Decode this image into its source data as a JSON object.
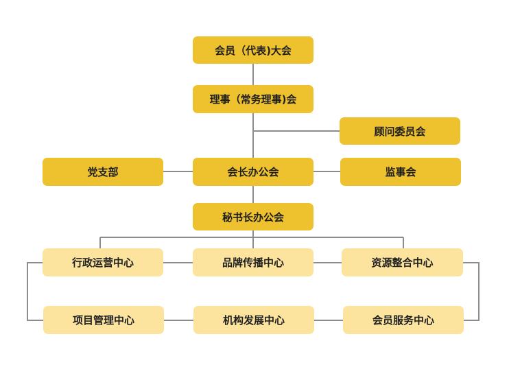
{
  "org": {
    "general_assembly": "会员（代表)大会",
    "council": "理事（常务理事)会",
    "advisory_committee": "顾问委员会",
    "party_branch": "党支部",
    "presidents_office": "会长办公会",
    "supervisory_board": "监事会",
    "secretary_general_office": "秘书长办公会",
    "admin_center": "行政运营中心",
    "brand_center": "品牌传播中心",
    "resource_center": "资源整合中心",
    "project_center": "项目管理中心",
    "institution_center": "机构发展中心",
    "member_service_center": "会员服务中心"
  },
  "colors": {
    "primary_box": "#eec12e",
    "secondary_box": "#fde49e",
    "connector": "#8c8c8c"
  }
}
